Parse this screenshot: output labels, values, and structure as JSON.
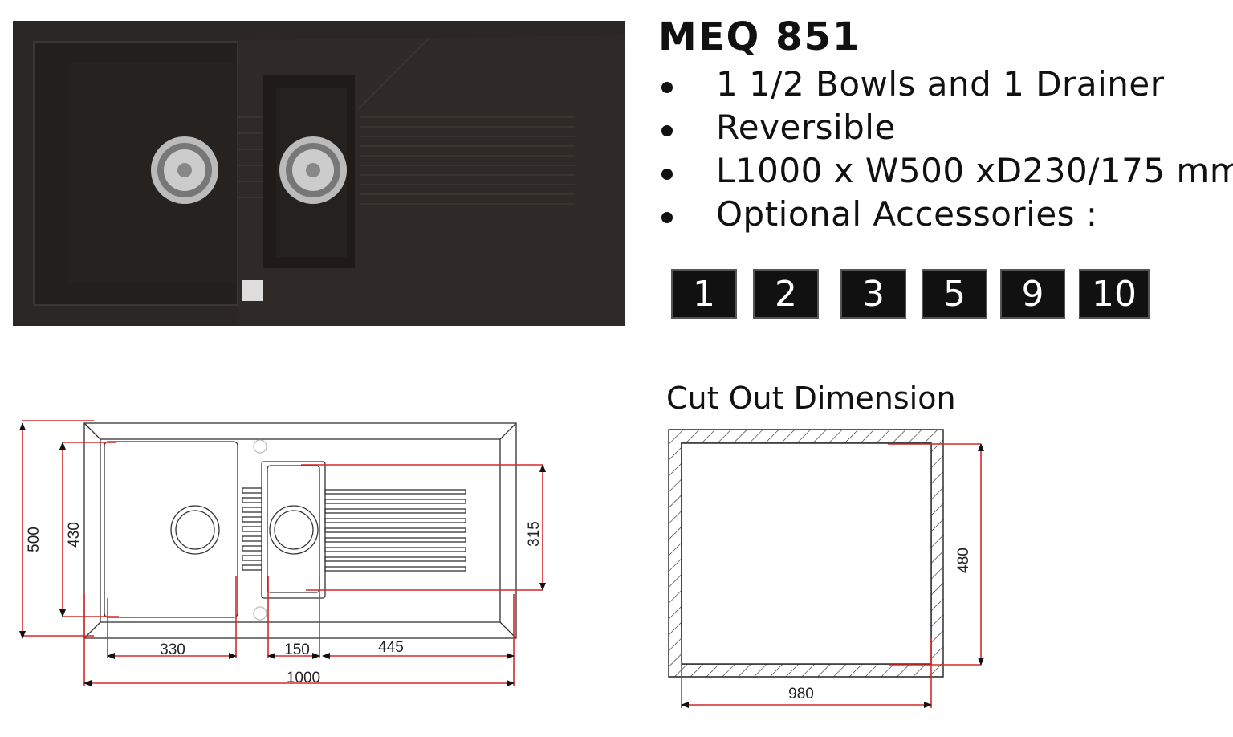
{
  "product": {
    "title": "MEQ 851",
    "features": [
      "1 1/2 Bowls and 1 Drainer",
      "Reversible",
      "L1000 x W500 xD230/175 mm",
      "Optional Accessories :"
    ],
    "accessories": [
      "1",
      "2",
      "3",
      "5",
      "9",
      "10"
    ]
  },
  "drawing": {
    "dimensions": {
      "overall_width": "1000",
      "overall_depth": "500",
      "big_bowl_width": "330",
      "big_bowl_depth": "430",
      "small_bowl_width": "150",
      "small_bowl_depth": "315",
      "drainer_width": "445"
    }
  },
  "cutout": {
    "title": "Cut Out Dimension",
    "width": "980",
    "depth": "480"
  },
  "colors": {
    "sink": "#2a2623",
    "dimension": "#d42a2a"
  }
}
